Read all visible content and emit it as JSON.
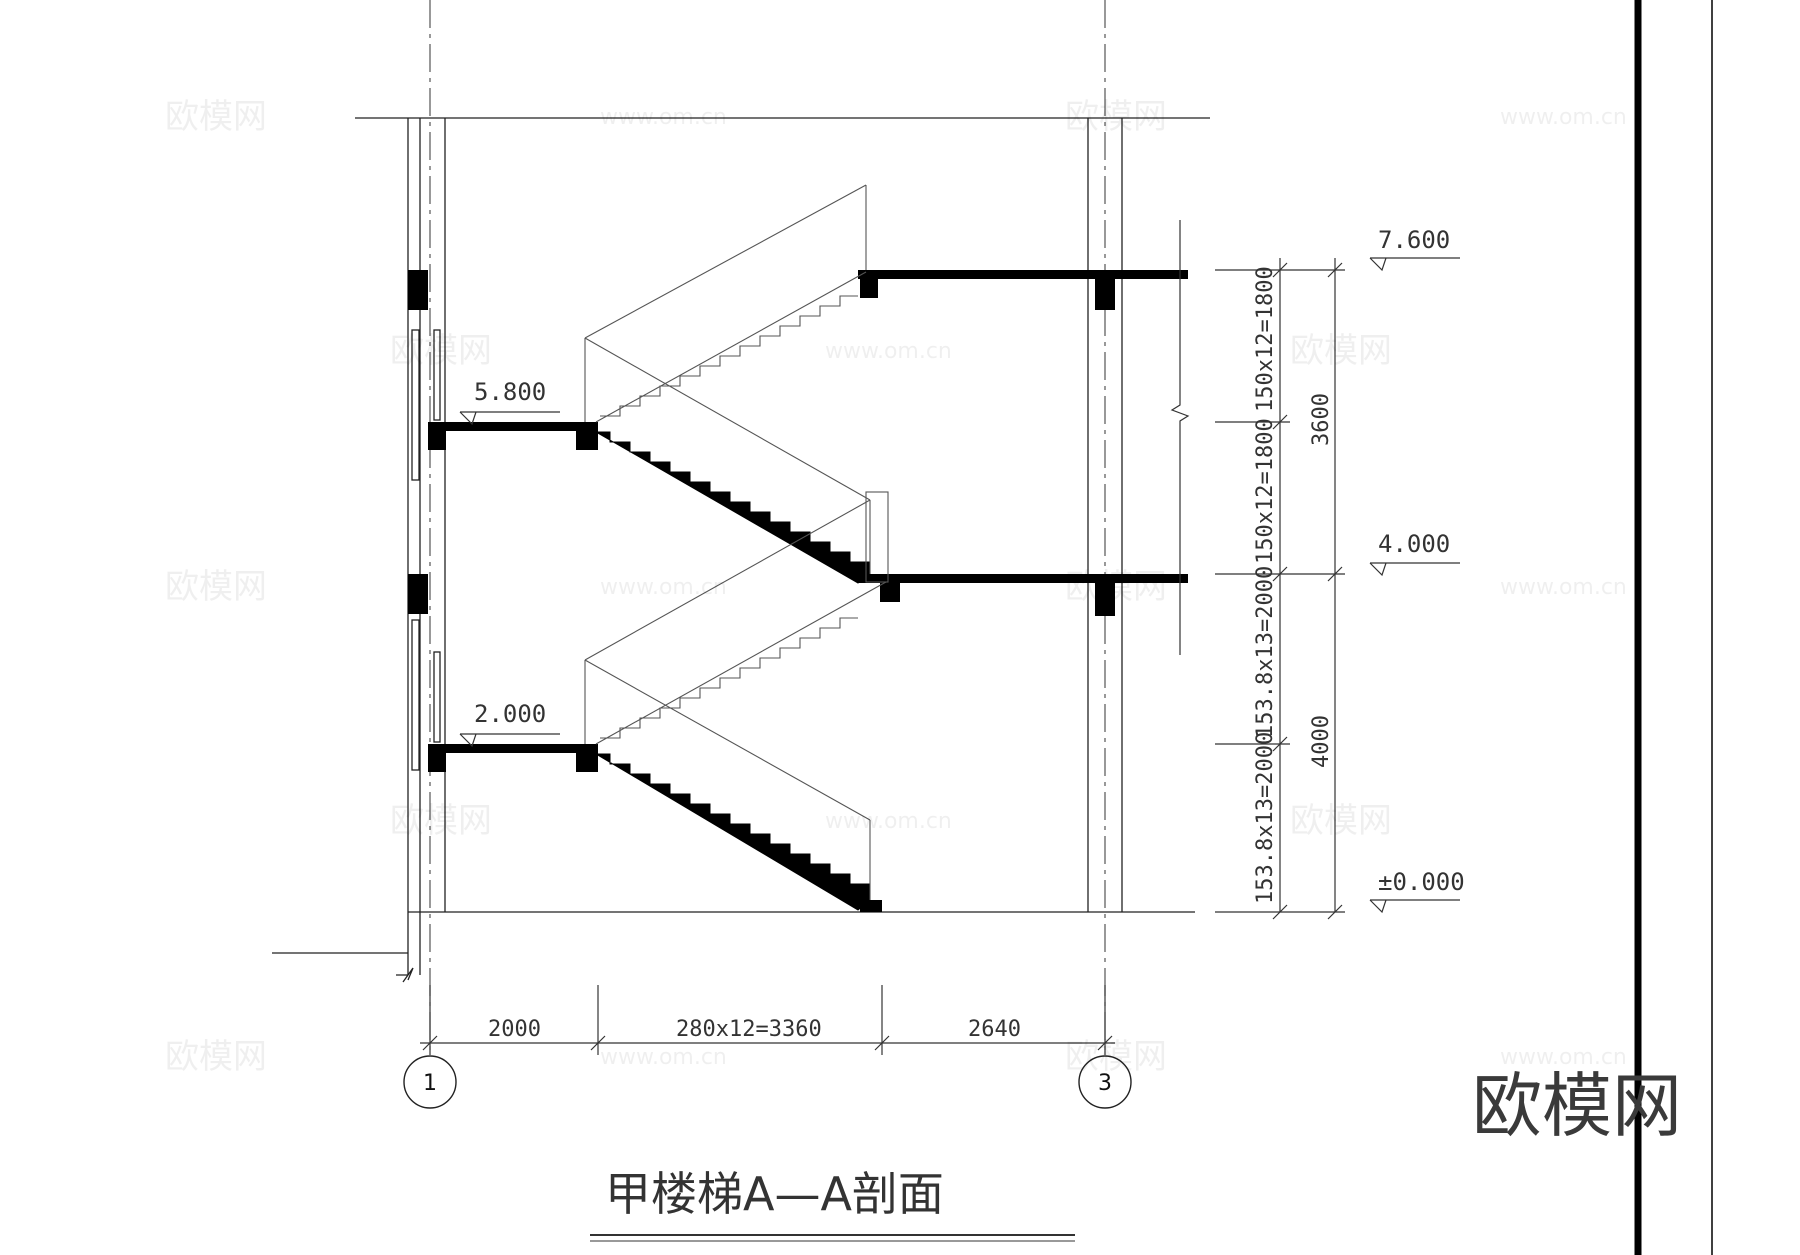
{
  "title": "甲楼梯A—A剖面",
  "levels": [
    "7.600",
    "5.800",
    "4.000",
    "2.000",
    "±0.000"
  ],
  "horizontal_dims": [
    "2000",
    "280x12=3360",
    "2640"
  ],
  "vertical_dims_inner": [
    "150x12=1800",
    "150x12=1800",
    "153.8x13=2000",
    "153.8x13=2000"
  ],
  "vertical_dims_outer": [
    "3600",
    "4000"
  ],
  "axes": [
    "1",
    "3"
  ],
  "watermark": {
    "brand": "欧模网",
    "url": "www.om.cn"
  }
}
